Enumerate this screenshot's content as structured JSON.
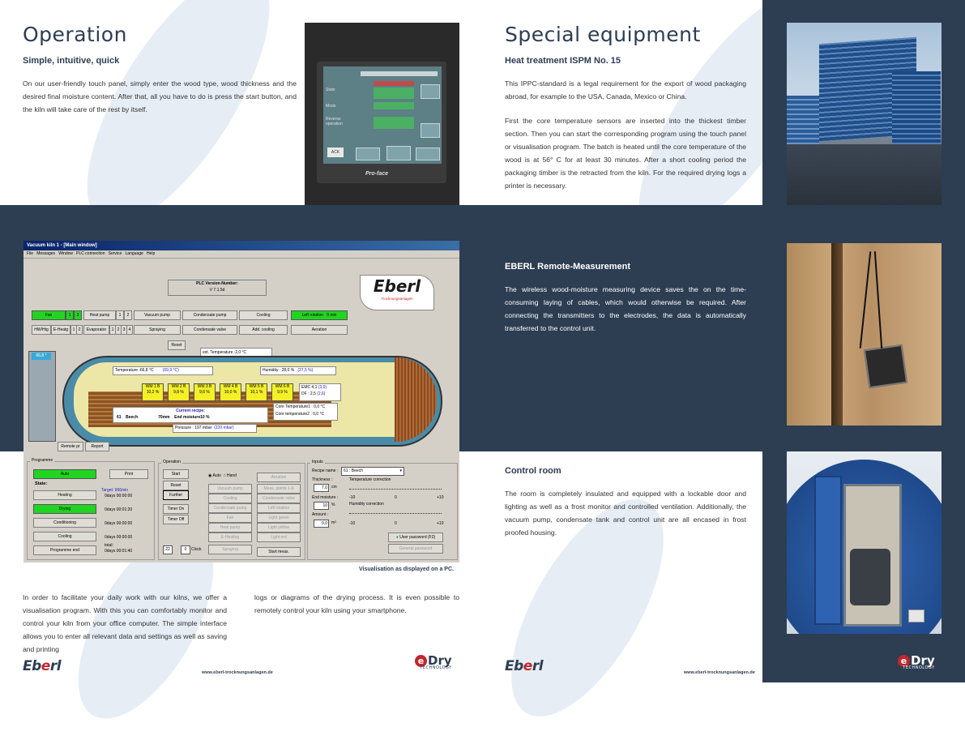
{
  "left_page": {
    "title": "Operation",
    "subtitle": "Simple, intuitive, quick",
    "intro": "On our user-friendly touch panel, simply enter the wood type, wood thickness and the desired final moisture content. After that, all you have to do is press the start button, and the kiln will take care of the rest by itself.",
    "panel": {
      "brand": "Pro-face",
      "rows": [
        "State",
        "Mode",
        "Reverse operation"
      ],
      "buttons": [
        "ACK"
      ]
    },
    "caption": "Visualisation as displayed on a PC.",
    "col1": "In order to facilitate your daily work with our kilns, we offer a visualisation program. With this you can comfortably monitor and control your kiln from your office computer. The simple interface allows you to enter all relevant data and settings as well as saving and printing",
    "col2": "logs or diagrams of the drying process. It is even possible to remotely control your kiln using your smartphone.",
    "footer": {
      "logo_a": "Eb",
      "logo_e": "e",
      "logo_b": "rl",
      "url": "www.eberl-trocknungsanlagen.de",
      "edry_e": "e",
      "edry": "Dry",
      "edry_sub": "TECHNOLOGY"
    }
  },
  "visualisation": {
    "window_title": "Vacuum kiln 1 - [Main window]",
    "menu": [
      "File",
      "Messages",
      "Window",
      "PLC connection",
      "Service",
      "Language",
      "Help"
    ],
    "plc_label": "PLC Version-Number:",
    "plc_version": "V 7.1.5d",
    "brand": "Eberl",
    "brand_sub": "Trocknungsanlagen",
    "row1": [
      "Fan",
      "1",
      "2",
      "Heat pump",
      "1",
      "2",
      "Vacuum pump",
      "Condensate pump",
      "Cooling",
      "Left rotation",
      "0 min"
    ],
    "row2": [
      "HW/Htg",
      "E-Heatg",
      "1",
      "2",
      "Evaporator",
      "1",
      "2",
      "3",
      "4",
      "Spraying",
      "Condensate valve",
      "Add. cooling",
      "Aeration"
    ],
    "ext_temp": "ext. Temperature :2,0 °C",
    "tank_temp": "66,8 °",
    "temperature": "Temperature :66,8 °C",
    "temp_set": "(69,9 °C)",
    "humidity": "Humidity : 28,0 %",
    "humidity_set": "(27,5 %)",
    "wm": [
      {
        "name": "WM 1 B",
        "val": "10,2 %"
      },
      {
        "name": "WM 2 B",
        "val": "9,8 %"
      },
      {
        "name": "WM 3 B",
        "val": "9,6 %"
      },
      {
        "name": "WM 4 B",
        "val": "10,0 %"
      },
      {
        "name": "WM 5 B",
        "val": "10,1 %"
      },
      {
        "name": "WM 6 B",
        "val": "9,9 %"
      }
    ],
    "emc": "EMC 4,1",
    "emc_set": "(3,9)",
    "df": "DF : 2,5",
    "df_set": "(2,6)",
    "core1": "Core Temperature1 : 0,0 °C",
    "core2": "Core temperature2 : 0,0 °C",
    "recipe_label": "Current recipe:",
    "recipe_no": "61",
    "recipe_wood": "Beech",
    "recipe_thick": "70mm",
    "recipe_end": "End moisture10 %",
    "pressure": "Pressure : 197 mbar",
    "pressure_set": "(220 mbar)",
    "btn_remote": "Remote pr",
    "btn_report": "Report",
    "btn_reset_top": "Reset",
    "programme_label": "Programme",
    "state_label": "State:",
    "btn_auto": "Auto",
    "btn_print": "Print",
    "target": "Target: 966min",
    "states": [
      {
        "name": "Heating",
        "time": "0days 00:00:00"
      },
      {
        "name": "Drying",
        "time": "0days 00:01:20"
      },
      {
        "name": "Conditioning",
        "time": "0days 00:00:00"
      },
      {
        "name": "Cooling",
        "time": "0days 00:00:00"
      },
      {
        "name": "Programme end",
        "time": "0days 00:01:40"
      }
    ],
    "total": "total:",
    "operation_label": "Operation",
    "op_buttons": [
      "Start",
      "Reset",
      "Further",
      "Timer On",
      "Timer Off"
    ],
    "auto_radio": "Auto",
    "hand_radio": "Hand",
    "op_col1": [
      "Vacuum pump",
      "Cooling",
      "Condensate pump",
      "Fan",
      "Heat pump",
      "E-Heating",
      "Spraying"
    ],
    "op_col2": [
      "Aeration",
      "Meas. points 1-6",
      "Condensate valve",
      "Left rotation",
      "Light green",
      "Light yellow",
      "Light red"
    ],
    "clock_a": "22",
    "clock_b": "0",
    "clock_label": "Clock",
    "start_meas": "Start meas.",
    "inputs_label": "Inputs",
    "recipe_name_label": "Recipe name :",
    "recipe_name": "61 : Beech",
    "thickness_label": "Thickness :",
    "thickness": "7,0",
    "thickness_unit": "cm",
    "temp_corr": "Temperature correction",
    "end_moisture_label": "End moisture :",
    "end_moisture": "10",
    "end_moisture_unit": "%",
    "hum_corr": "Humidity correction",
    "amount_label": "Amount :",
    "amount": "0,0",
    "amount_unit": "m³",
    "scale": [
      "-10",
      "0",
      "+10"
    ],
    "user_pw": "User password (F2)",
    "gen_pw": "General password"
  },
  "right_page": {
    "title": "Special equipment",
    "subtitle": "Heat treatment ISPM No. 15",
    "p1": "This IPPC-standard is a legal requirement for the export of wood packaging abroad, for example to the USA, Canada, Mexico or China.",
    "p2": "First the core temperature sensors are inserted into the thickest timber section. Then you can start the corresponding program using the touch panel or visualisation program. The batch is heated until the core temperature of the wood is at 56° C for at least 30 minutes. After a short cooling period the packaging timber is the retracted from the kiln. For the required drying logs a printer is necessary.",
    "remote_title": "EBERL Remote-Measurement",
    "remote_text": "The wireless wood-moisture measuring device saves the on the time-consuming laying of cables, which would otherwise be required. After connecting the transmitters to the electrodes, the data is automatically transferred to the control unit.",
    "control_title": "Control room",
    "control_text": "The room is completely insulated and equipped with a lockable door and lighting as well as a frost monitor and controlled ventilation. Additionally, the vacuum pump, condensate tank and control unit are all encased in frost proofed housing.",
    "footer": {
      "logo_a": "Eb",
      "logo_e": "e",
      "logo_b": "rl",
      "url": "www.eberl-trocknungsanlagen.de",
      "edry_e": "e",
      "edry": "Dry",
      "edry_sub": "TECHNOLOGY"
    }
  }
}
